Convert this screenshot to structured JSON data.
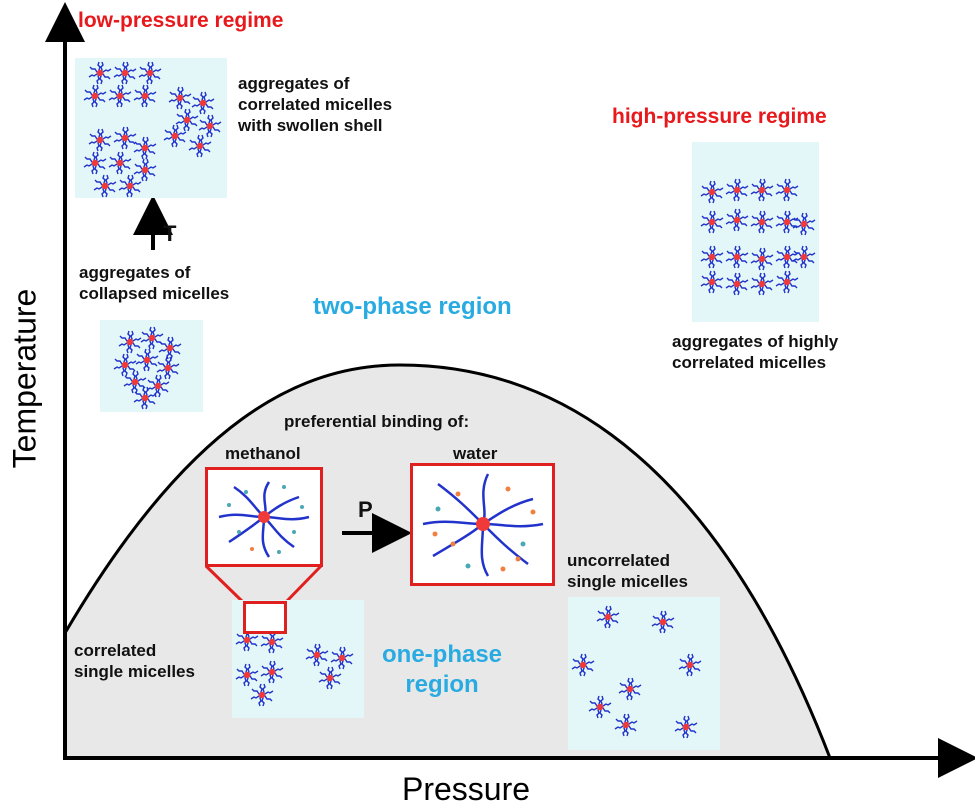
{
  "axes": {
    "x_title": "Pressure",
    "y_title": "Temperature"
  },
  "regimes": {
    "low_pressure": "low-pressure regime",
    "high_pressure": "high-pressure regime"
  },
  "regions": {
    "two_phase": "two-phase region",
    "one_phase": "one-phase\nregion"
  },
  "labels": {
    "swollen_aggregates": "aggregates of\ncorrelated micelles\nwith swollen shell",
    "temperature_arrow": "T",
    "collapsed_aggregates": "aggregates of\ncollapsed micelles",
    "high_corr_aggregates": "aggregates of highly\ncorrelated micelles",
    "preferential_binding": "preferential binding of:",
    "methanol": "methanol",
    "water": "water",
    "pressure_arrow": "P",
    "correlated_single": "correlated\nsingle micelles",
    "uncorrelated_single": "uncorrelated\nsingle micelles"
  },
  "colors": {
    "regime_red": "#e8191c",
    "region_cyan": "#29abe2",
    "micelle_blue": "#2233cc",
    "micelle_core": "#f03a3a",
    "panel_bg": "#e3f7f9",
    "two_phase_fill": "#e8e8e8",
    "highlight_frame": "#e01f1f"
  }
}
